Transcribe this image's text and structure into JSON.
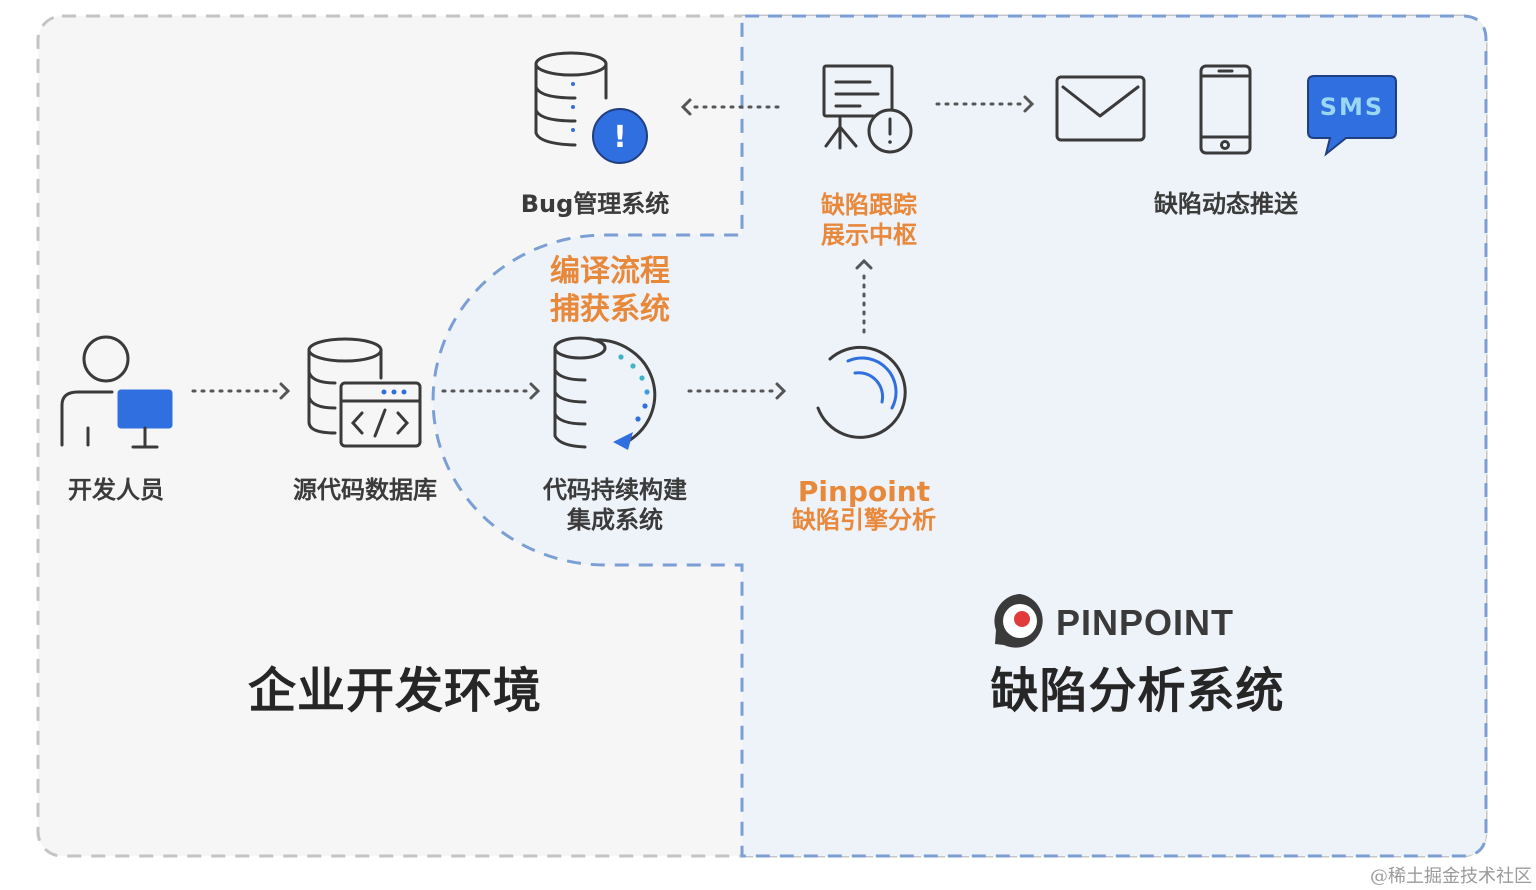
{
  "colors": {
    "left_bg": "#f6f6f6",
    "right_bg": "#eef2f9",
    "gray_dash": "#c4c4c4",
    "blue_dash": "#7b9fd4",
    "accent_blue": "#2f6fe0",
    "orange": "#e8883a",
    "icon_stroke": "#3a3a3a"
  },
  "zones": {
    "left_title": "企业开发环境",
    "right_title": "缺陷分析系统"
  },
  "nodes": {
    "developer": "开发人员",
    "source_db": "源代码数据库",
    "ci_line1": "代码持续构建",
    "ci_line2": "集成系统",
    "compile_line1": "编译流程",
    "compile_line2": "捕获系统",
    "pinpoint_name": "Pinpoint",
    "pinpoint_sub": "缺陷引擎分析",
    "tracking_line1": "缺陷跟踪",
    "tracking_line2": "展示中枢",
    "bug_system": "Bug管理系统",
    "push": "缺陷动态推送"
  },
  "icons": {
    "sms_text": "SMS",
    "alert_mark": "!"
  },
  "logo": {
    "wordmark": "PINPOINT"
  },
  "watermark": "@稀土掘金技术社区"
}
